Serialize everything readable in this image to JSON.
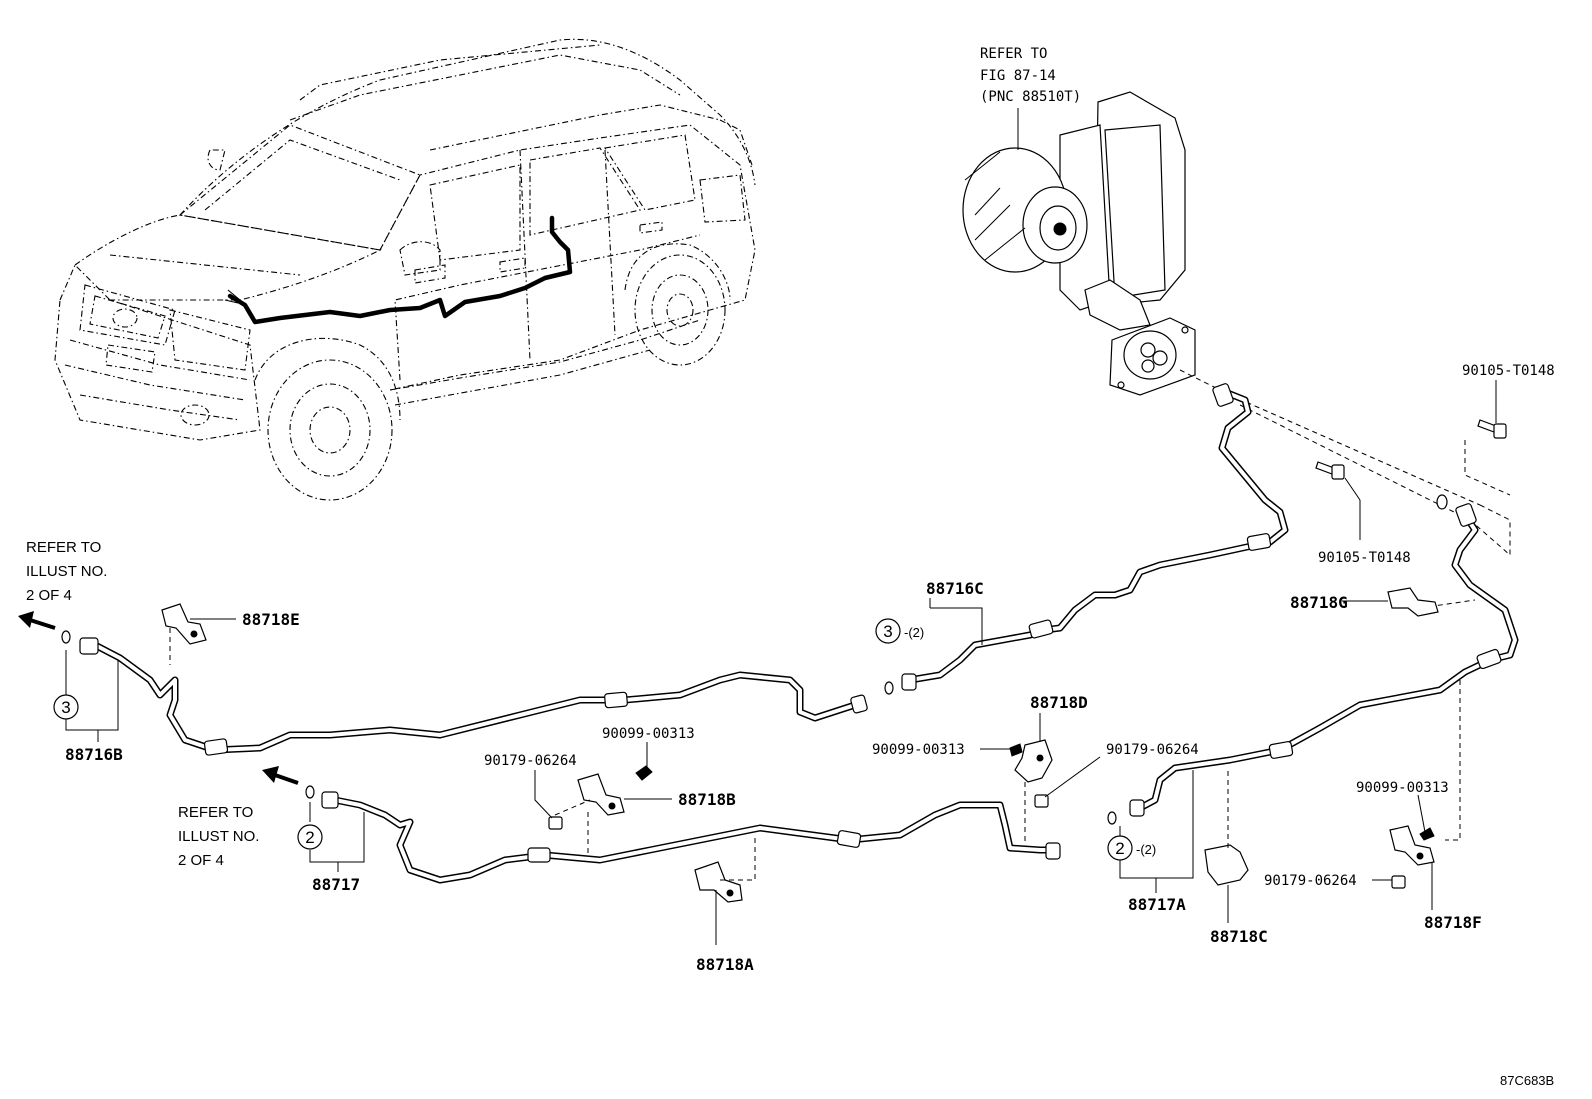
{
  "blower_ref": {
    "line1": "REFER TO",
    "line2": "FIG 87-14",
    "line3": "(PNC 88510T)"
  },
  "refer_left_top": {
    "line1": "REFER TO",
    "line2": "ILLUST NO.",
    "line3": "2 OF 4"
  },
  "refer_left_mid": {
    "line1": "REFER TO",
    "line2": "ILLUST NO.",
    "line3": "2 OF 4"
  },
  "parts": {
    "p_88716B": "88716B",
    "p_88716C": "88716C",
    "p_88717": "88717",
    "p_88717A": "88717A",
    "p_88718A": "88718A",
    "p_88718B": "88718B",
    "p_88718C": "88718C",
    "p_88718D": "88718D",
    "p_88718E": "88718E",
    "p_88718F": "88718F",
    "p_88718G": "88718G",
    "bolt_a": "90105-T0148",
    "bolt_b": "90105-T0148",
    "screw_a": "90099-00313",
    "screw_b": "90099-00313",
    "screw_c": "90099-00313",
    "nut_a": "90179-06264",
    "nut_b": "90179-06264",
    "nut_c": "90179-06264"
  },
  "callouts": {
    "c3_left": "3",
    "c3_right": "3",
    "c3_right_qty": "-(2)",
    "c2_left": "2",
    "c2_right": "2",
    "c2_right_qty": "-(2)"
  },
  "figure_id": "87C683B"
}
